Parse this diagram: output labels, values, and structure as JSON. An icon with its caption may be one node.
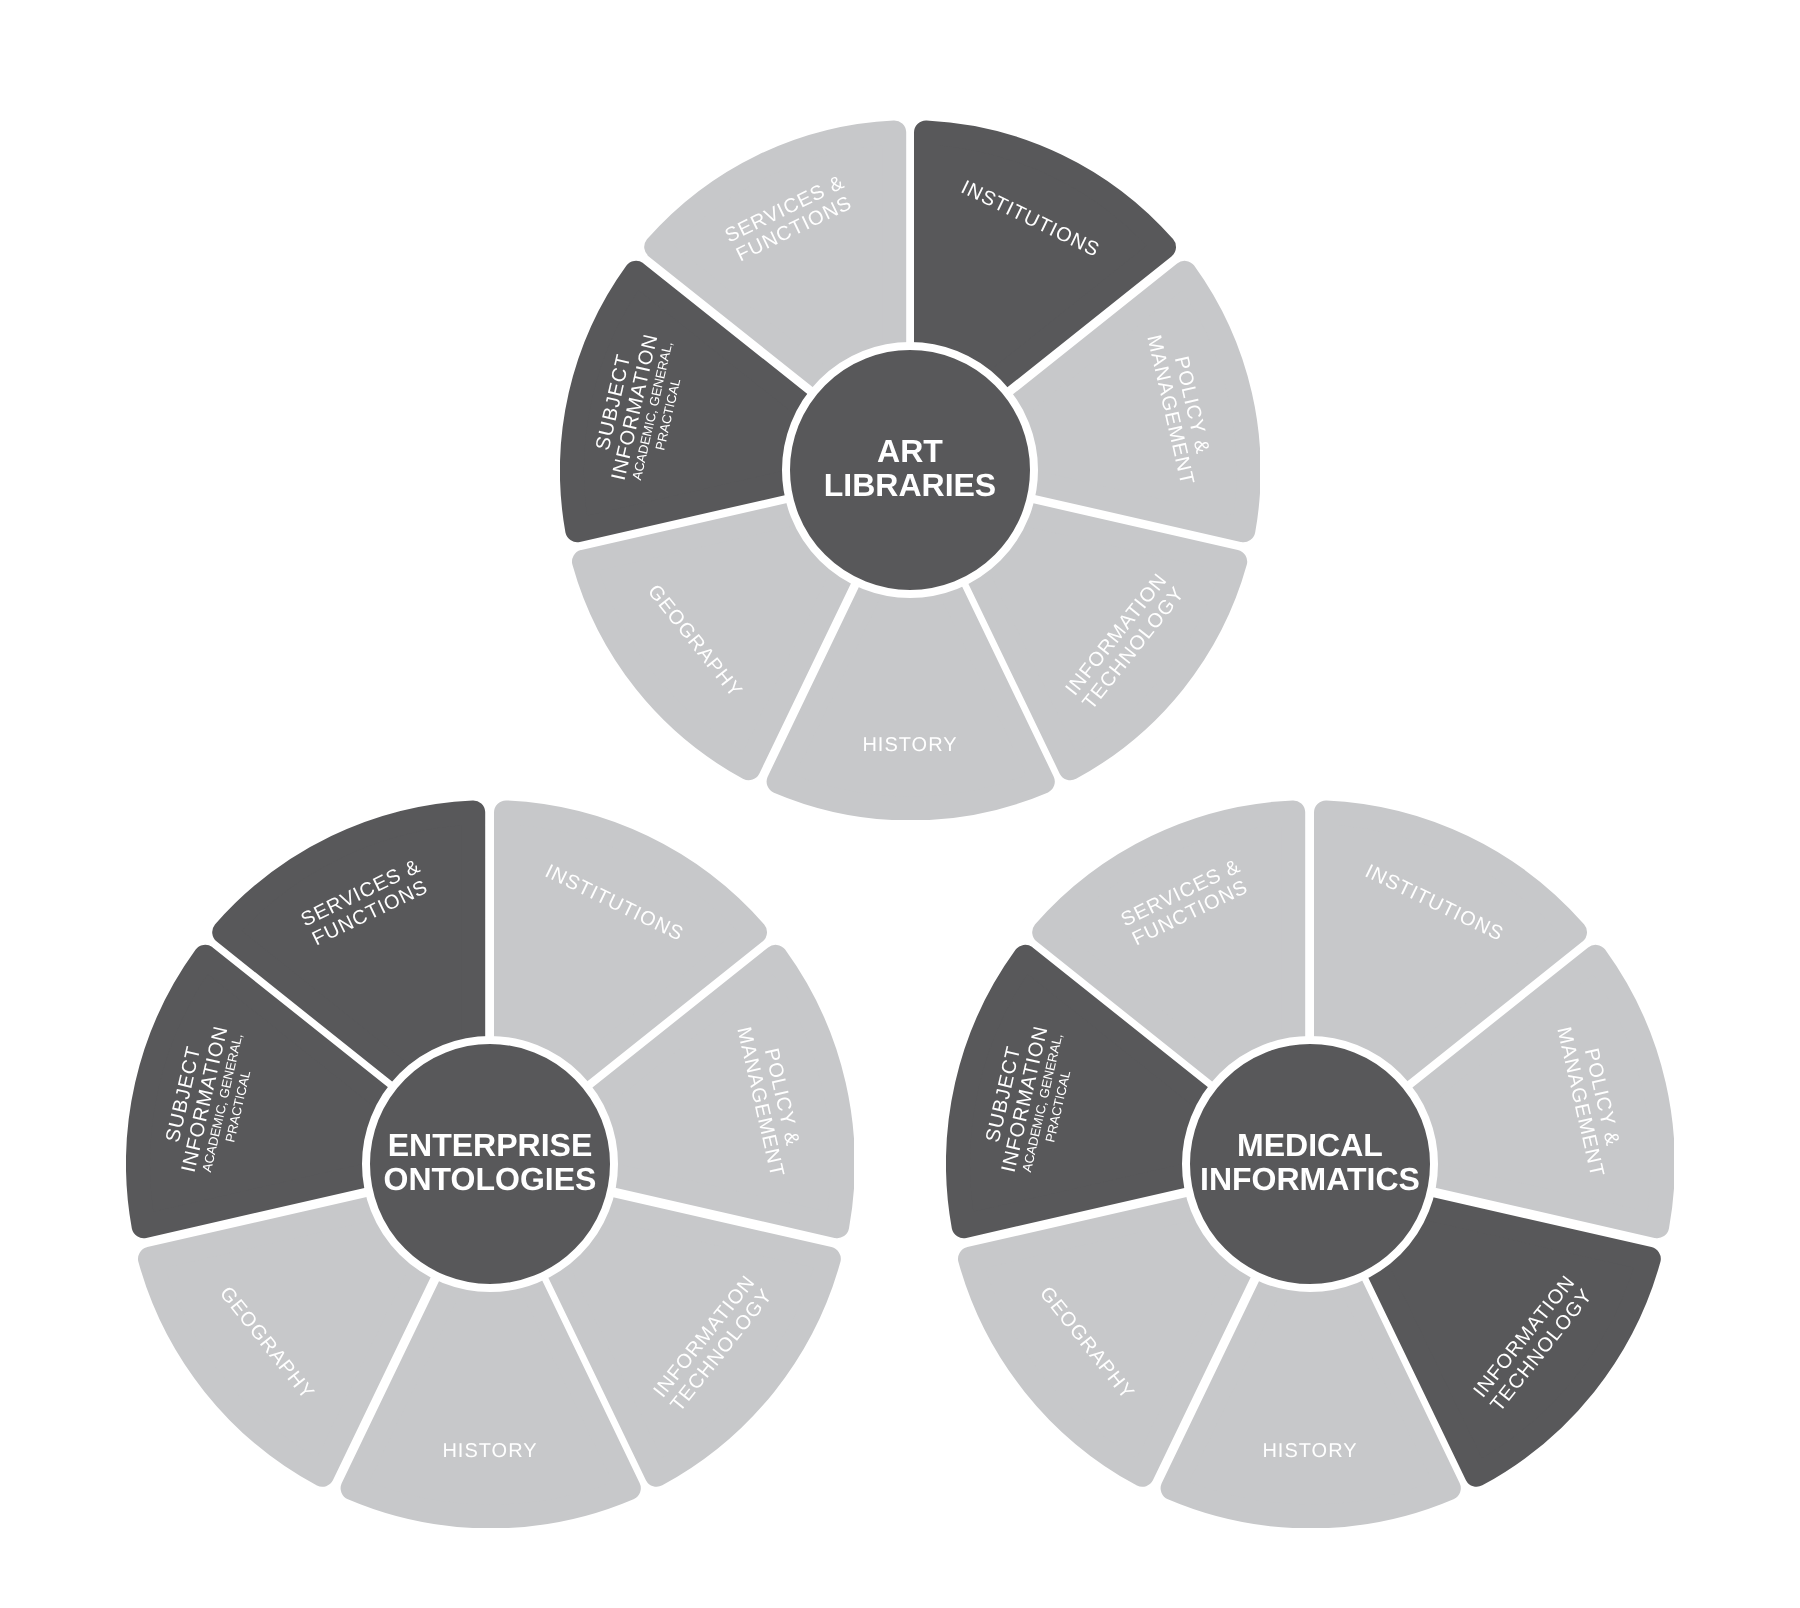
{
  "diagram": {
    "nodes": [
      {
        "text": [
          "ART LIBRARIES"
        ]
      },
      {
        "text": [
          "SERVICES & FUNCTIONS"
        ]
      },
      {
        "text": [
          "INSTITUTIONS"
        ]
      },
      {
        "text": [
          "POLICY & MANAGEMENT"
        ]
      },
      {
        "text": [
          "INFORMATION TECHNOLOGY"
        ]
      },
      {
        "text": [
          "HISTORY"
        ]
      },
      {
        "text": [
          "GEOGRAPHY"
        ]
      },
      {
        "text": [
          "SUBJECT INFORMATION",
          "ACADEMIC, GENERAL, PRACTICAL"
        ]
      },
      {
        "text": [
          "ENTERPRISE ONTOLOGIES"
        ]
      },
      {
        "text": [
          "SERVICES & FUNCTIONS"
        ]
      },
      {
        "text": [
          "INSTITUTIONS"
        ]
      },
      {
        "text": [
          "POLICY & MANAGEMENT"
        ]
      },
      {
        "text": [
          "INFORMATION TECHNOLOGY"
        ]
      },
      {
        "text": [
          "HISTORY"
        ]
      },
      {
        "text": [
          "GEOGRAPHY"
        ]
      },
      {
        "text": [
          "SUBJECT INFORMATION",
          "ACADEMIC, GENERAL, PRACTICAL"
        ]
      },
      {
        "text": [
          "MEDICAL INFORMATICS"
        ]
      },
      {
        "text": [
          "SERVICES & FUNCTIONS"
        ]
      },
      {
        "text": [
          "INSTITUTIONS"
        ]
      },
      {
        "text": [
          "POLICY & MANAGEMENT"
        ]
      },
      {
        "text": [
          "INFORMATION TECHNOLOGY"
        ]
      },
      {
        "text": [
          "HISTORY"
        ]
      },
      {
        "text": [
          "GEOGRAPHY"
        ]
      },
      {
        "text": [
          "SUBJECT INFORMATION",
          "ACADEMIC, GENERAL, PRACTICAL"
        ]
      }
    ]
  }
}
